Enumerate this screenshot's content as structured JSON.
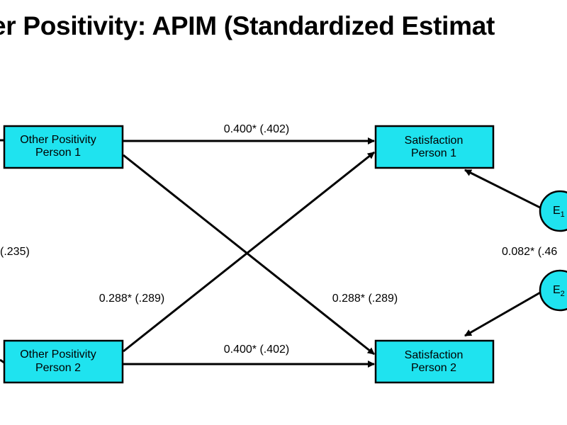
{
  "diagram": {
    "title": "er Positivity: APIM (Standardized Estimat",
    "nodes": {
      "op1": {
        "line1": "Other Positivity",
        "line2": "Person 1"
      },
      "op2": {
        "line1": "Other Positivity",
        "line2": "Person 2"
      },
      "sat1": {
        "line1": "Satisfaction",
        "line2": "Person 1"
      },
      "sat2": {
        "line1": "Satisfaction",
        "line2": "Person 2"
      },
      "e1": {
        "label": "E",
        "sub": "1"
      },
      "e2": {
        "label": "E",
        "sub": "2"
      }
    },
    "edges": {
      "actor1": "0.400* (.402)",
      "actor2": "0.400* (.402)",
      "partner_op1_sat2": "0.288* (.289)",
      "partner_op2_sat1": "0.288* (.289)",
      "predictor_cov": "(.235)",
      "error_cov": "0.082* (.46"
    },
    "colors": {
      "node_fill": "#1fe3ef",
      "stroke": "#000000"
    }
  }
}
